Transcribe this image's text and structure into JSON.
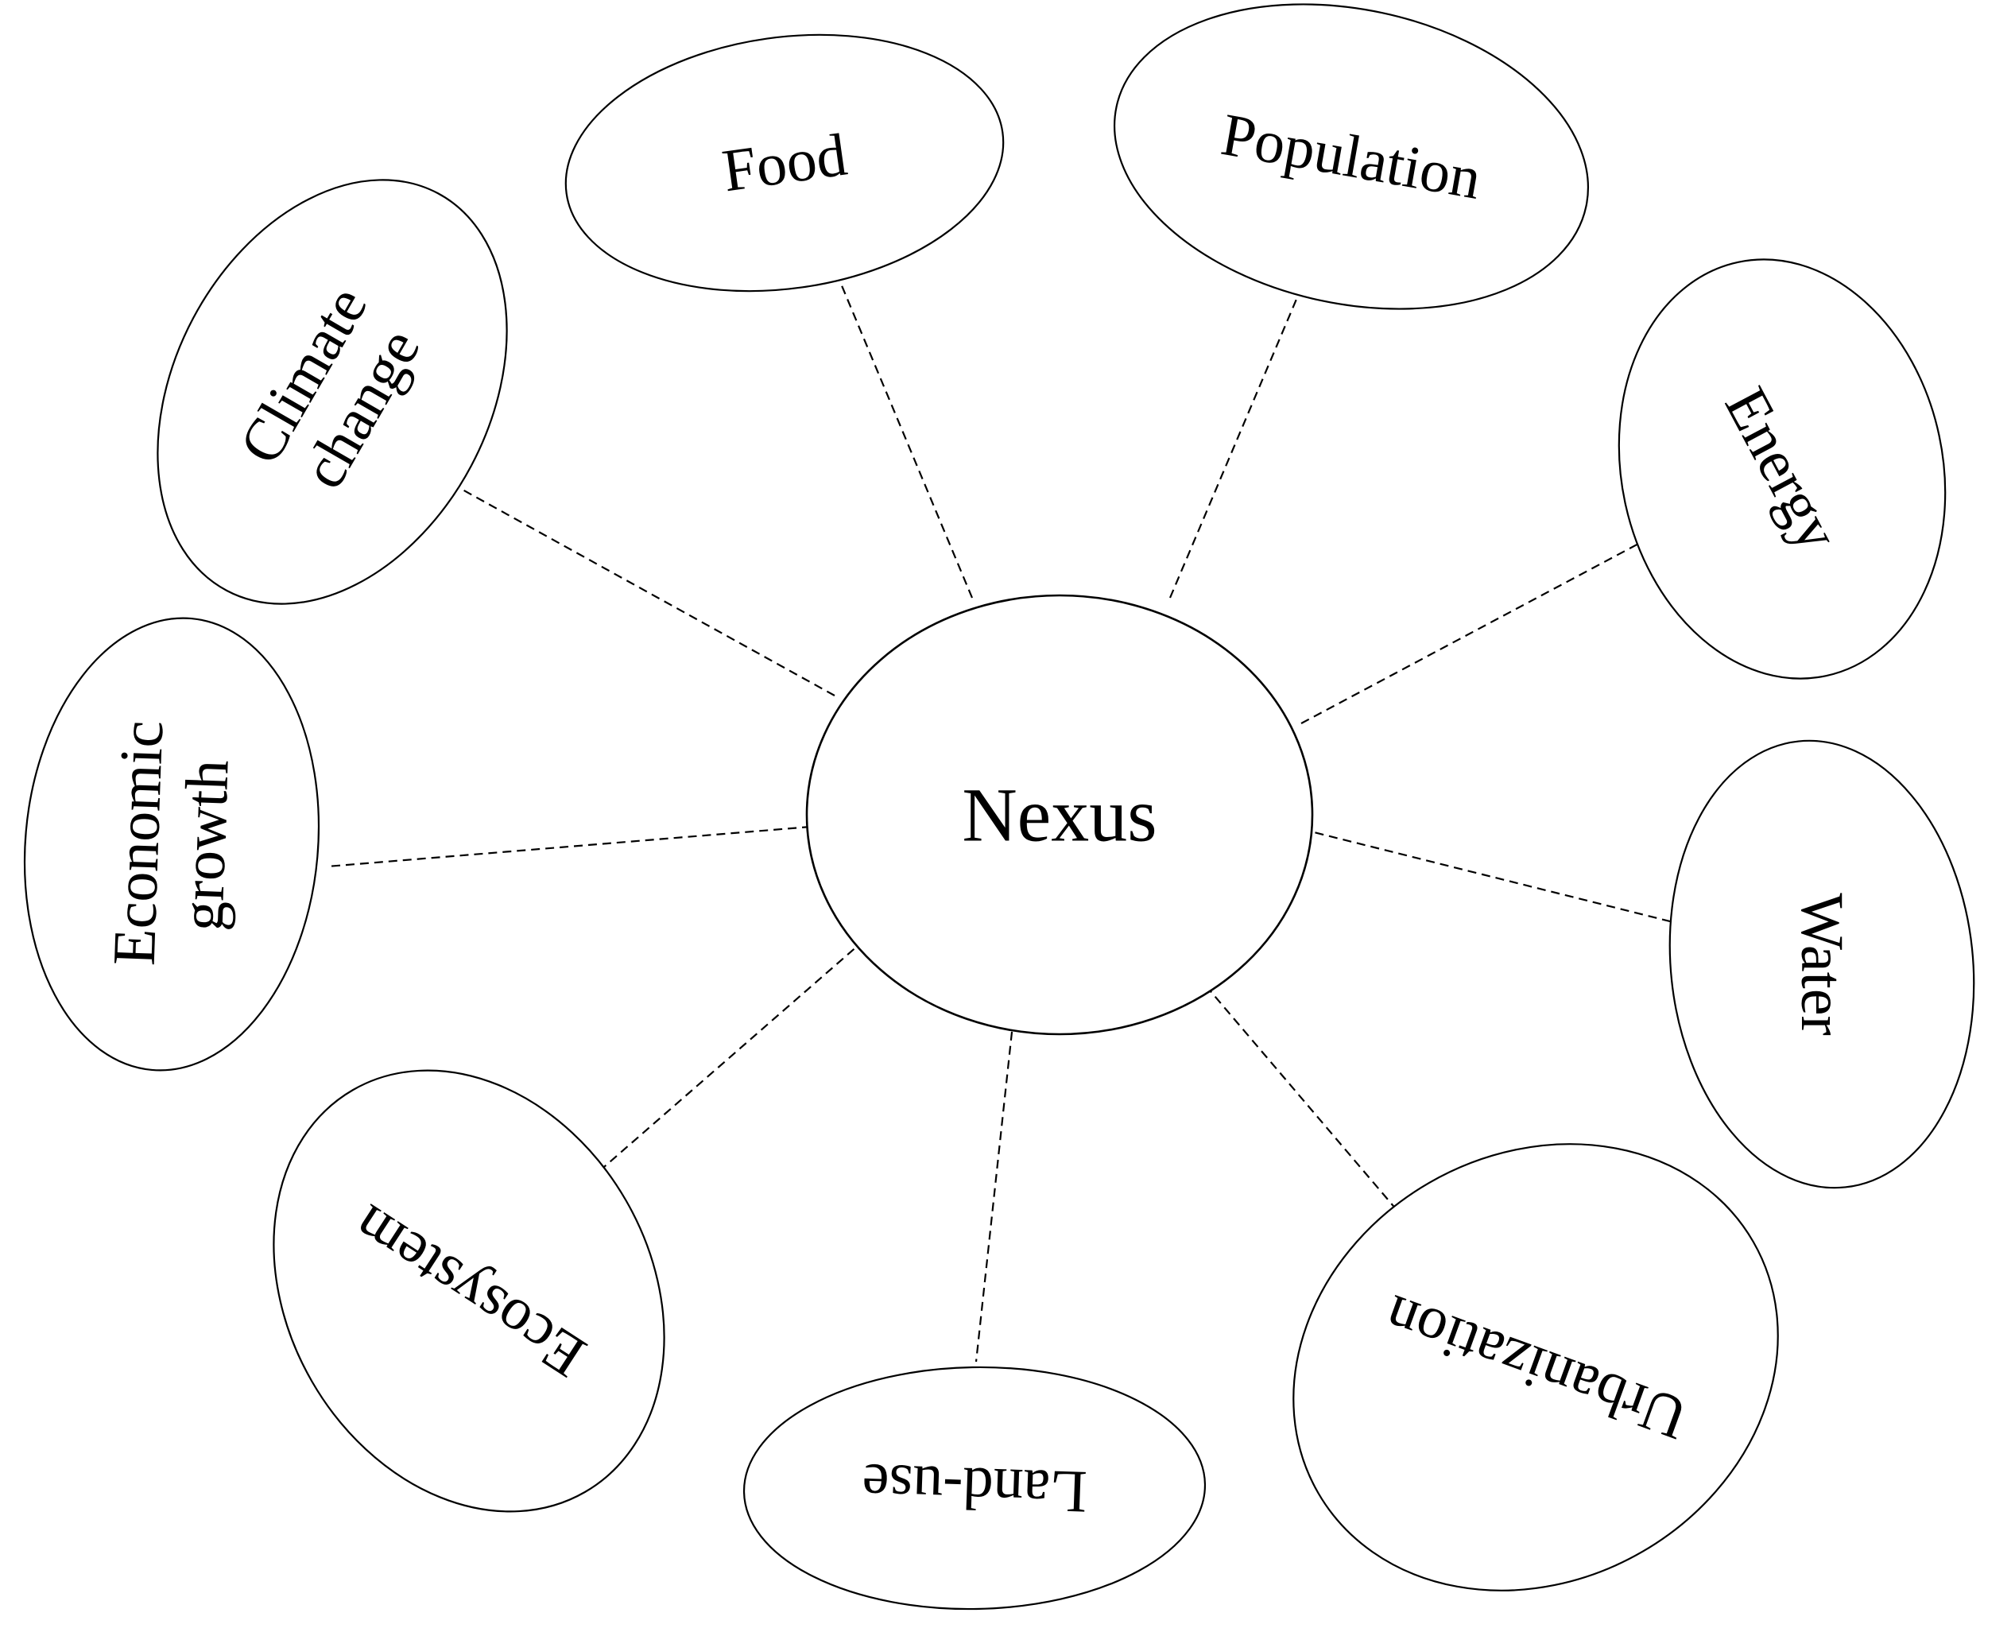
{
  "hub": {
    "label": "Nexus"
  },
  "nodes": [
    {
      "id": "food",
      "lines": [
        "Food"
      ]
    },
    {
      "id": "population",
      "lines": [
        "Population"
      ]
    },
    {
      "id": "energy",
      "lines": [
        "Energy"
      ]
    },
    {
      "id": "water",
      "lines": [
        "Water"
      ]
    },
    {
      "id": "urbanization",
      "lines": [
        "Urbanization"
      ]
    },
    {
      "id": "land-use",
      "lines": [
        "Land-use"
      ]
    },
    {
      "id": "ecosystem",
      "lines": [
        "Ecosystem"
      ]
    },
    {
      "id": "economic-growth",
      "lines": [
        "Economic",
        "growth"
      ]
    },
    {
      "id": "climate-change",
      "lines": [
        "Climate",
        "change"
      ]
    }
  ]
}
